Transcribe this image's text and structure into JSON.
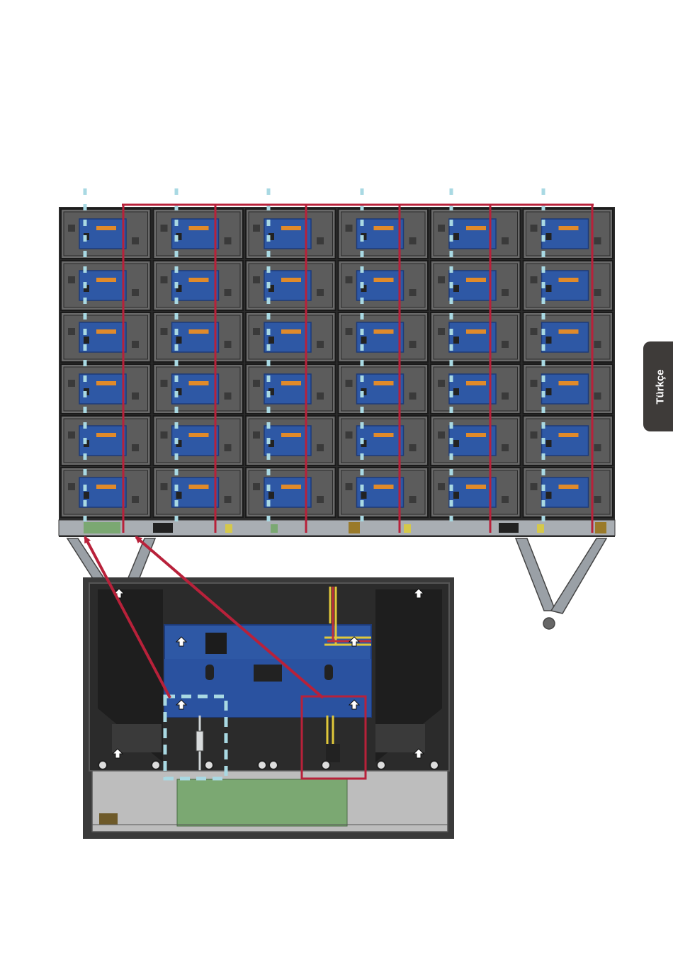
{
  "page": {
    "language_tab": "Türkçe"
  },
  "wall": {
    "columns": 6,
    "rows": 6,
    "power_lines": 6,
    "signal_lines": 6
  },
  "colors": {
    "accent_red": "#b8213a",
    "signal_dash": "#a9d9e3",
    "panel_blue": "#2e58a5",
    "module_gray": "#6a6a6a",
    "frame_dark": "#2d2d2d",
    "pcb_green": "#7ba872",
    "tab_bg": "#3e3b39"
  }
}
